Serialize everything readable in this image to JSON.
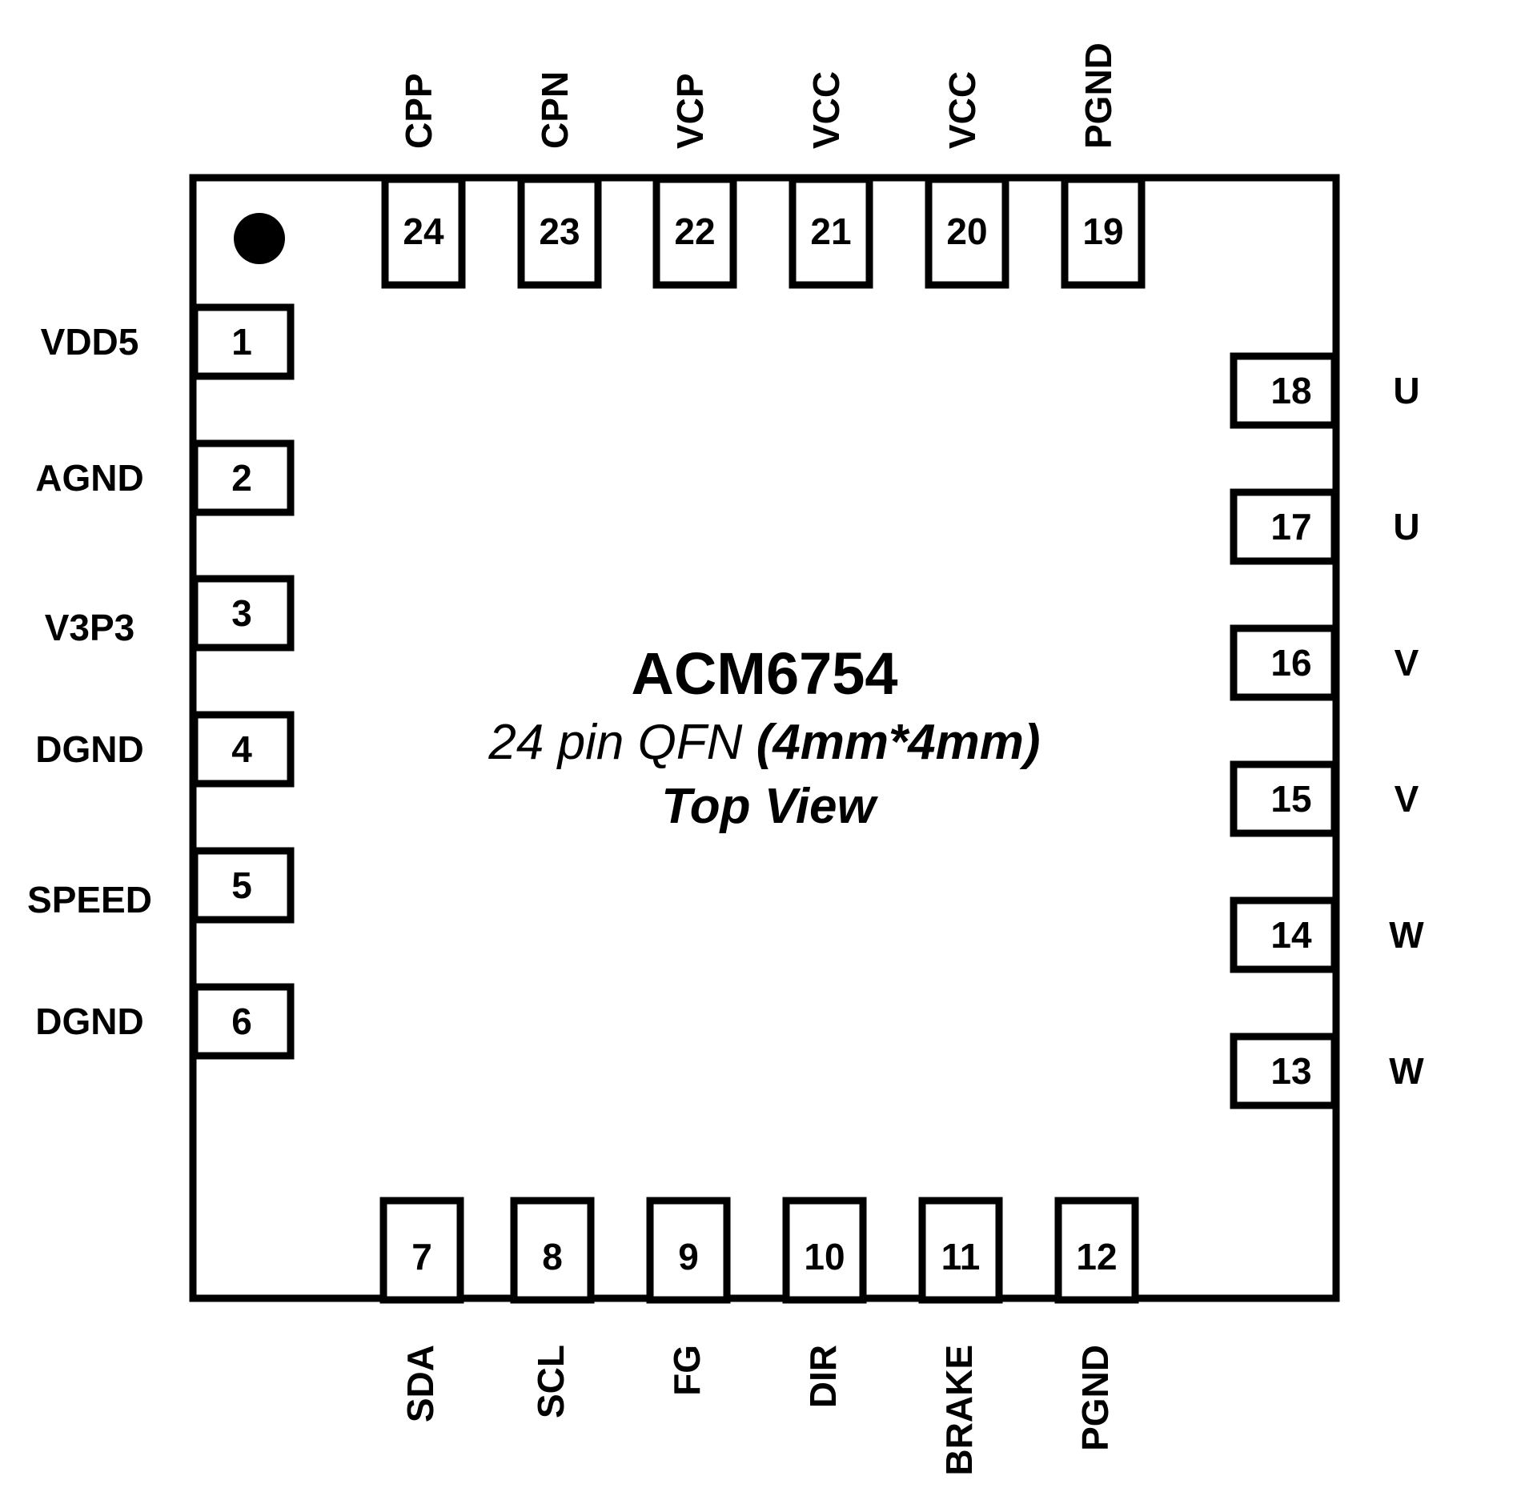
{
  "chip": {
    "name": "ACM6754",
    "package_prefix": "24 pin QFN ",
    "package_size": "(4mm*4mm)",
    "view": "Top View"
  },
  "pins": {
    "left": [
      {
        "num": "1",
        "name": "VDD5"
      },
      {
        "num": "2",
        "name": "AGND"
      },
      {
        "num": "3",
        "name": "V3P3"
      },
      {
        "num": "4",
        "name": "DGND"
      },
      {
        "num": "5",
        "name": "SPEED"
      },
      {
        "num": "6",
        "name": "DGND"
      }
    ],
    "bottom": [
      {
        "num": "7",
        "name": "SDA"
      },
      {
        "num": "8",
        "name": "SCL"
      },
      {
        "num": "9",
        "name": "FG"
      },
      {
        "num": "10",
        "name": "DIR"
      },
      {
        "num": "11",
        "name": "BRAKE"
      },
      {
        "num": "12",
        "name": "PGND"
      }
    ],
    "right": [
      {
        "num": "18",
        "name": "U"
      },
      {
        "num": "17",
        "name": "U"
      },
      {
        "num": "16",
        "name": "V"
      },
      {
        "num": "15",
        "name": "V"
      },
      {
        "num": "14",
        "name": "W"
      },
      {
        "num": "13",
        "name": "W"
      }
    ],
    "top": [
      {
        "num": "24",
        "name": "CPP"
      },
      {
        "num": "23",
        "name": "CPN"
      },
      {
        "num": "22",
        "name": "VCP"
      },
      {
        "num": "21",
        "name": "VCC"
      },
      {
        "num": "20",
        "name": "VCC"
      },
      {
        "num": "19",
        "name": "PGND"
      }
    ]
  }
}
